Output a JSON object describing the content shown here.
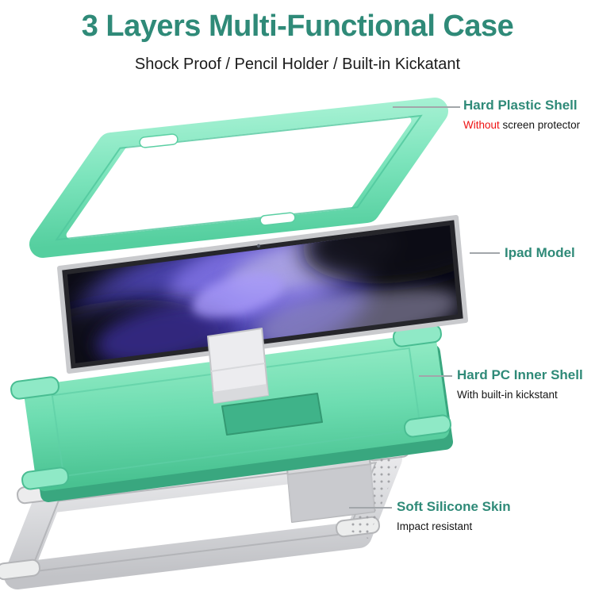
{
  "header": {
    "title": "3 Layers Multi-Functional Case",
    "subtitle": "Shock Proof / Pencil Holder / Built-in Kickatant"
  },
  "annotations": [
    {
      "title": "Hard Plastic Shell",
      "subtitle_highlight": "Without",
      "subtitle_rest": " screen protector"
    },
    {
      "title": "Ipad Model"
    },
    {
      "title": "Hard PC Inner Shell",
      "subtitle": "With built-in kickstant"
    },
    {
      "title": "Soft Silicone Skin",
      "subtitle": "Impact resistant"
    }
  ],
  "layers": [
    {
      "name": "hard-plastic-shell-top-frame"
    },
    {
      "name": "tablet-ipad-model"
    },
    {
      "name": "hard-pc-inner-shell-with-kickstand"
    },
    {
      "name": "soft-silicone-skin-frame"
    }
  ],
  "colors": {
    "accent_teal": "#2f8a78",
    "highlight_red": "#ee1111",
    "mint_green": "#7ce4bc",
    "silicone_gray": "#d7d8db",
    "leader_line_gray": "#a2a6aa"
  }
}
